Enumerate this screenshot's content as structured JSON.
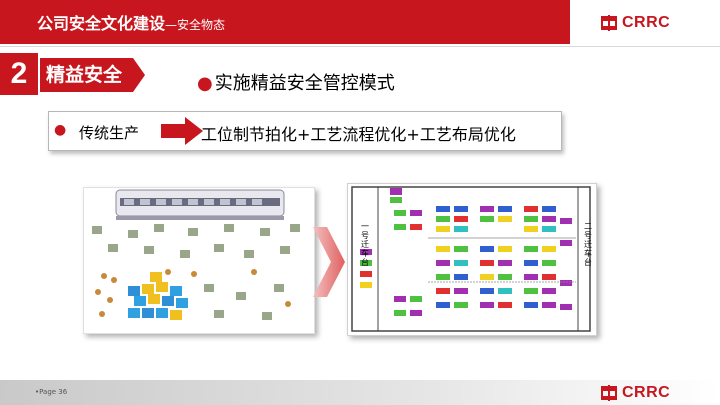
{
  "header": {
    "title": "公司安全文化建设",
    "subtitle": "—安全物态",
    "brand_word": "CRRC",
    "brand_color": "#c8161e"
  },
  "section": {
    "number": "2",
    "tag": "精益安全"
  },
  "heading": {
    "bullet": "●",
    "text": "实施精益安全管控模式"
  },
  "flow": {
    "bullet": "●",
    "from": "传统生产",
    "to": "工位制节拍化+工艺流程优化+工艺布局优化"
  },
  "layout_diagram": {
    "left_label": "一号迁车台",
    "right_label": "二号迁车台"
  },
  "footer": {
    "page_label": "•Page 36",
    "brand_word": "CRRC"
  }
}
